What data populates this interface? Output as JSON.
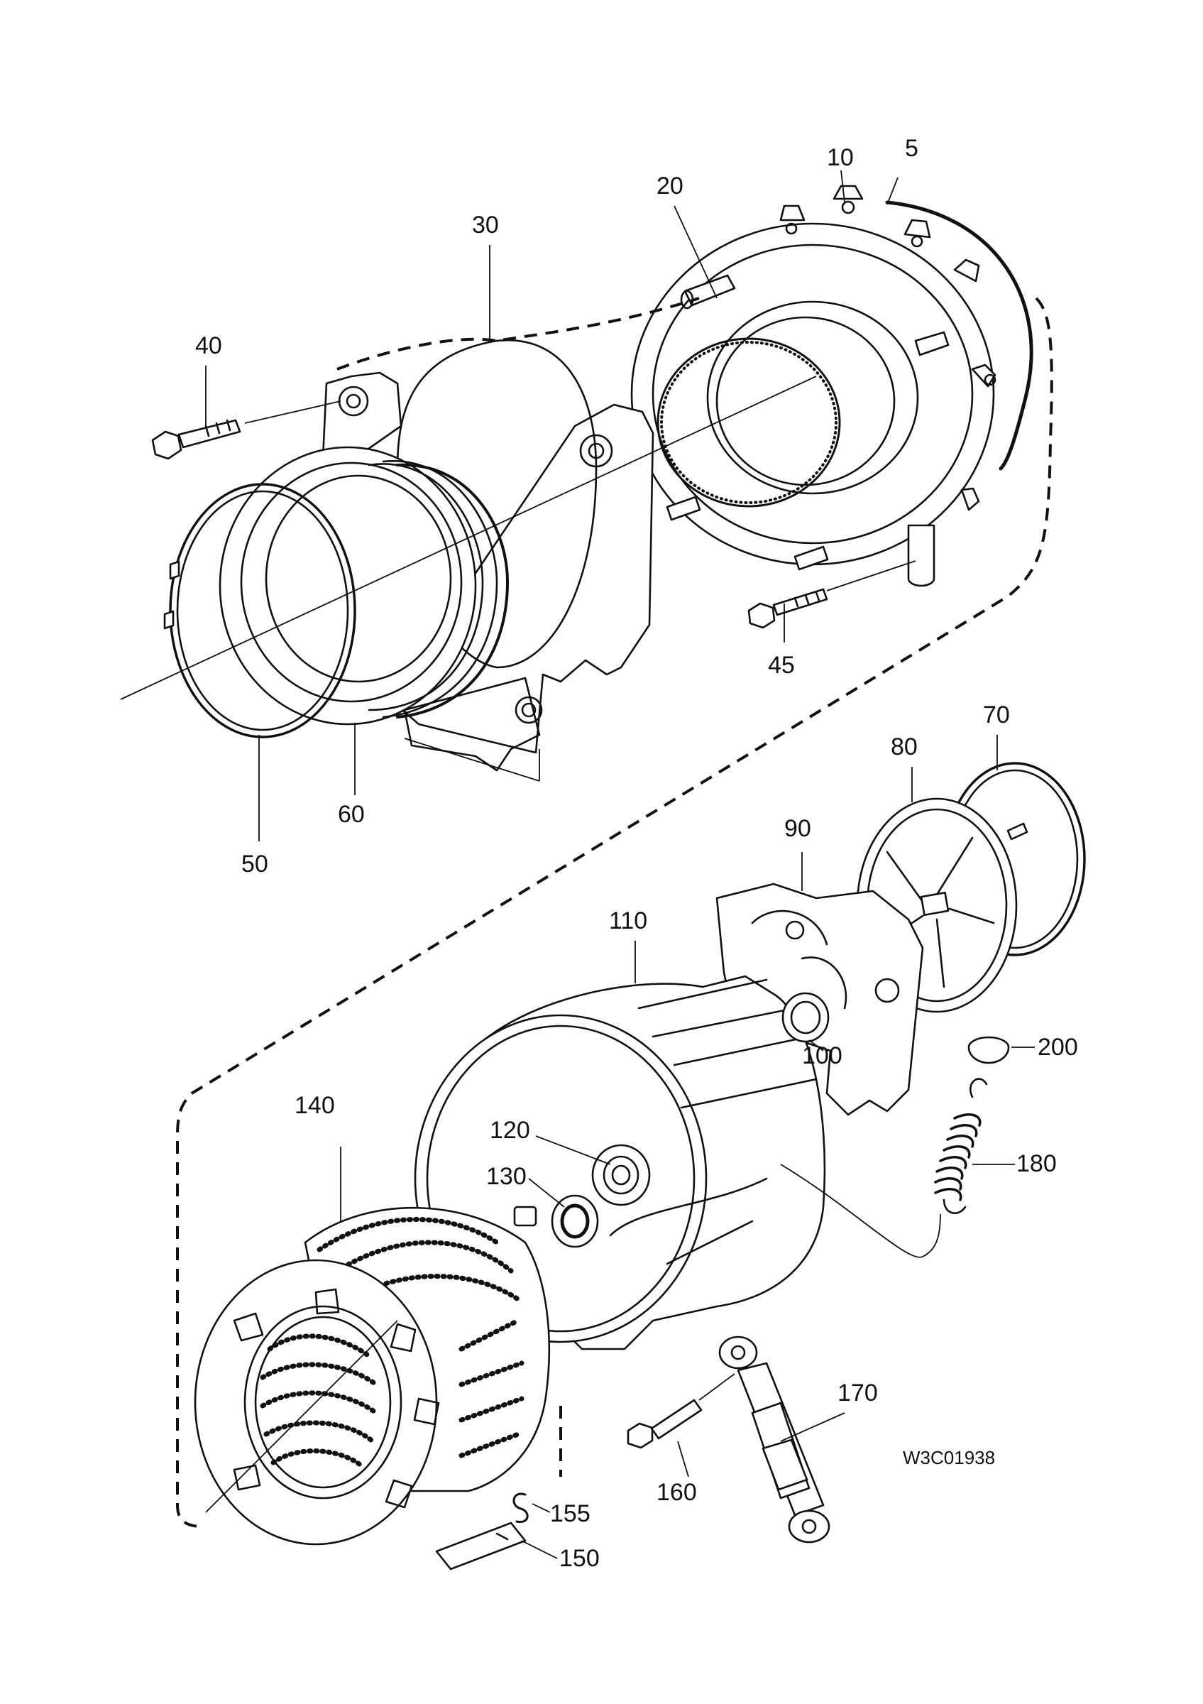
{
  "drawing_ref": "W3C01938",
  "parts": [
    {
      "id": "p5",
      "label": "5"
    },
    {
      "id": "p10",
      "label": "10"
    },
    {
      "id": "p20",
      "label": "20"
    },
    {
      "id": "p30",
      "label": "30"
    },
    {
      "id": "p40",
      "label": "40"
    },
    {
      "id": "p45",
      "label": "45"
    },
    {
      "id": "p50",
      "label": "50"
    },
    {
      "id": "p60",
      "label": "60"
    },
    {
      "id": "p70",
      "label": "70"
    },
    {
      "id": "p80",
      "label": "80"
    },
    {
      "id": "p90",
      "label": "90"
    },
    {
      "id": "p100",
      "label": "100"
    },
    {
      "id": "p110",
      "label": "110"
    },
    {
      "id": "p120",
      "label": "120"
    },
    {
      "id": "p130",
      "label": "130"
    },
    {
      "id": "p140",
      "label": "140"
    },
    {
      "id": "p150",
      "label": "150"
    },
    {
      "id": "p155",
      "label": "155"
    },
    {
      "id": "p160",
      "label": "160"
    },
    {
      "id": "p170",
      "label": "170"
    },
    {
      "id": "p180",
      "label": "180"
    },
    {
      "id": "p200",
      "label": "200"
    }
  ]
}
